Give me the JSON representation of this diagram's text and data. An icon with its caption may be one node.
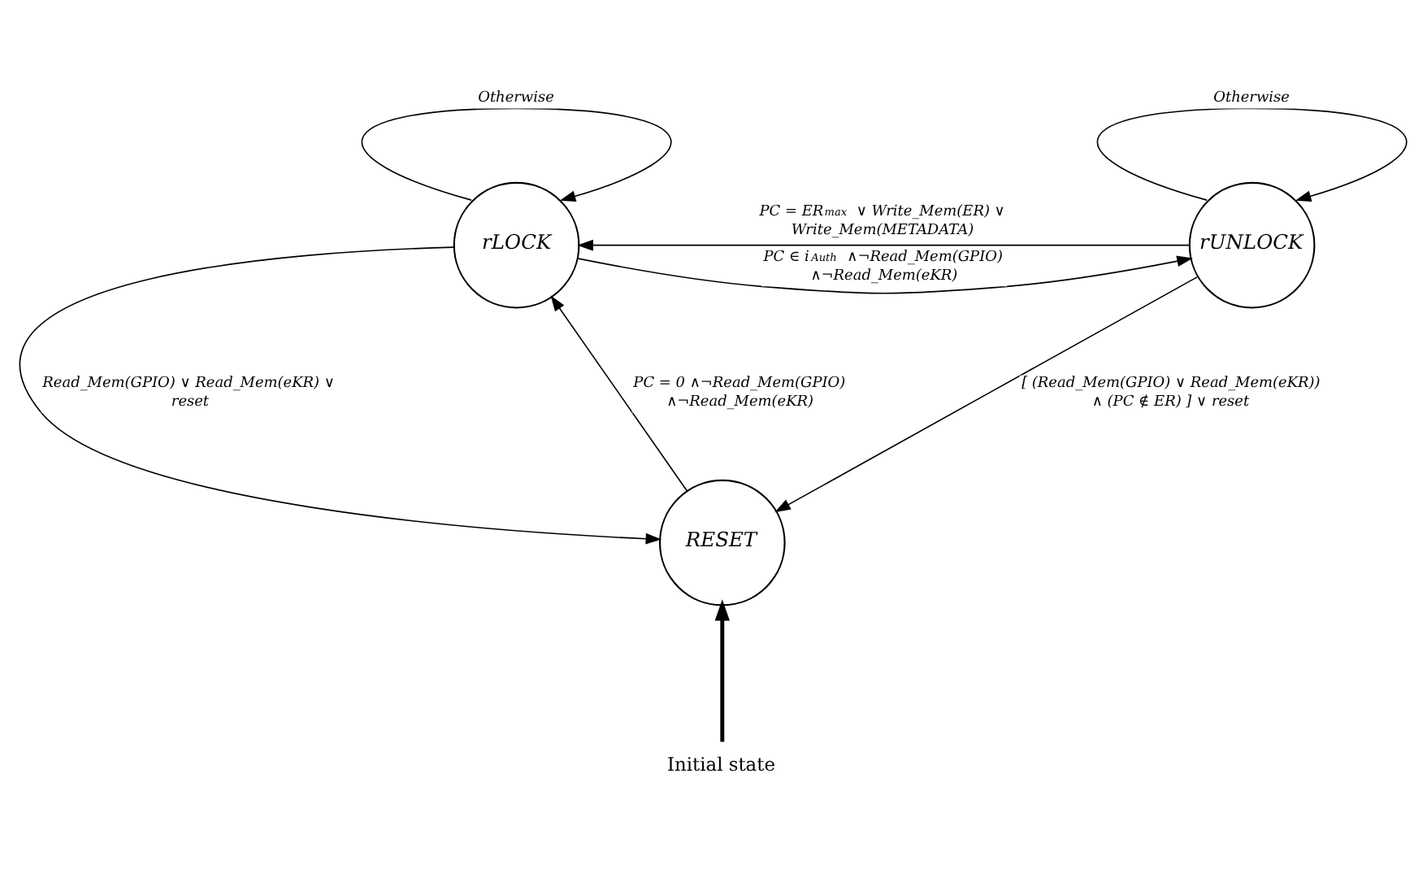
{
  "diagram": {
    "nodes": [
      {
        "text": [
          "rLOCK"
        ]
      },
      {
        "text": [
          "rUNLOCK"
        ]
      },
      {
        "text": [
          "RESET"
        ]
      },
      {
        "text": [
          "Initial state"
        ]
      }
    ],
    "edges": [
      {
        "from": 0,
        "to": 0,
        "arrow": "to",
        "label": "Otherwise"
      },
      {
        "from": 1,
        "to": 1,
        "arrow": "to",
        "label": "Otherwise"
      },
      {
        "from": 0,
        "to": 1,
        "arrow": "to",
        "label": "PC ∈ i$_{Auth}$ ∧¬Read_Mem(GPIO) ∧¬Read_Mem(eKR)"
      },
      {
        "from": 1,
        "to": 0,
        "arrow": "to",
        "label": "PC = ER$_{max}$ ∨ Write_Mem(ER) ∨ Write_Mem(METADATA)"
      },
      {
        "from": 0,
        "to": 2,
        "arrow": "to",
        "label": "Read_Mem(GPIO) ∨ Read_Mem(eKR) ∨ reset"
      },
      {
        "from": 2,
        "to": 0,
        "arrow": "to",
        "label": "PC = 0 ∧¬Read_Mem(GPIO) ∧¬Read_Mem(eKR)"
      },
      {
        "from": 1,
        "to": 2,
        "arrow": "to",
        "label": "[ (Read_Mem(GPIO) ∨ Read_Mem(eKR)) ∧ (PC ∉ ER) ] ∨ reset"
      },
      {
        "from": 3,
        "to": 2,
        "arrow": "to",
        "style": "thick"
      }
    ]
  }
}
